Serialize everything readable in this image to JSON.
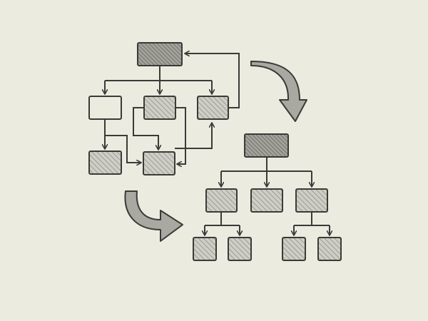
{
  "colors": {
    "paper": "#ecebe0",
    "ink": "#3a3a38",
    "hatch_fill": "#b9b8b0",
    "dark_fill": "#8e8d87",
    "arrow_fill": "#a9a8a1"
  },
  "left_diagram": {
    "nodes": [
      "top",
      "mid-left",
      "mid-center",
      "mid-right",
      "low-left",
      "low-center"
    ]
  },
  "right_diagram": {
    "nodes": [
      "root",
      "child-1",
      "child-2",
      "child-3",
      "grandchild-1a",
      "grandchild-1b",
      "grandchild-3a",
      "grandchild-3b"
    ]
  }
}
